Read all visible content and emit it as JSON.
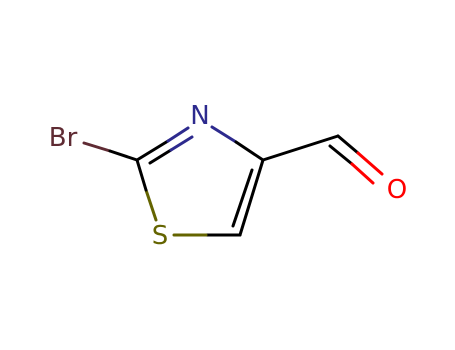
{
  "structure": {
    "atoms": {
      "br": {
        "symbol": "Br",
        "color": "#5f2b33"
      },
      "n": {
        "symbol": "N",
        "color": "#2d2a8e"
      },
      "s": {
        "symbol": "S",
        "color": "#646400"
      },
      "o": {
        "symbol": "O",
        "color": "#ff0000"
      }
    },
    "bond_color": "#000000"
  }
}
